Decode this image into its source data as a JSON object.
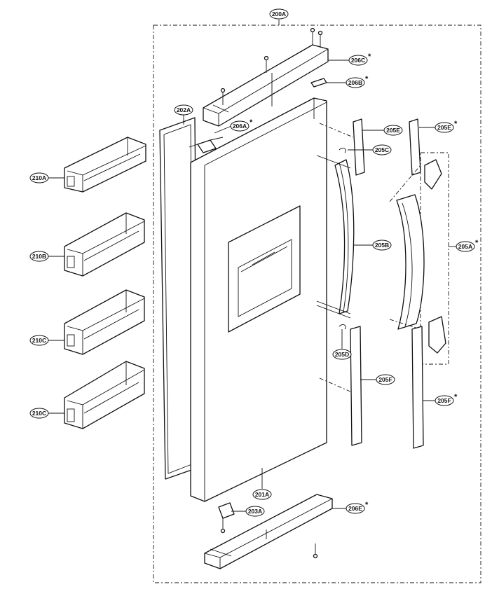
{
  "callouts": {
    "200A": "200A",
    "206C": "206C",
    "206B": "206B",
    "202A": "202A",
    "206A": "206A",
    "205E_left": "205E",
    "205E_right": "205E",
    "205C": "205C",
    "210A": "210A",
    "210B": "210B",
    "210C_upper": "210C",
    "210C_lower": "210C",
    "205B": "205B",
    "205A": "205A",
    "205D": "205D",
    "205F_left": "205F",
    "205F_right": "205F",
    "201A": "201A",
    "203A": "203A",
    "206E": "206E"
  },
  "star": "*"
}
